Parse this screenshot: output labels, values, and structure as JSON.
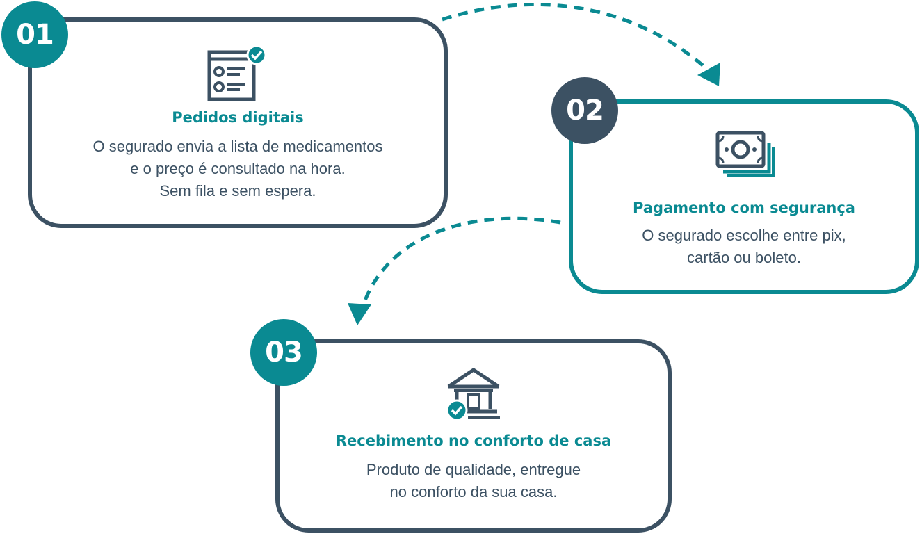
{
  "colors": {
    "teal": "#0a8a92",
    "slate": "#3c5163"
  },
  "steps": [
    {
      "number": "01",
      "icon": "checklist-order-icon",
      "title": "Pedidos digitais",
      "lines": [
        "O segurado envia a lista de medicamentos",
        "e o preço é consultado na hora.",
        "Sem fila e sem espera."
      ]
    },
    {
      "number": "02",
      "icon": "banknote-payment-icon",
      "title": "Pagamento com segurança",
      "lines": [
        "O segurado escolhe entre pix,",
        "cartão ou boleto."
      ]
    },
    {
      "number": "03",
      "icon": "house-delivery-check-icon",
      "title": "Recebimento no conforto de casa",
      "lines": [
        "Produto de qualidade, entregue",
        "no conforto da sua casa."
      ]
    }
  ]
}
